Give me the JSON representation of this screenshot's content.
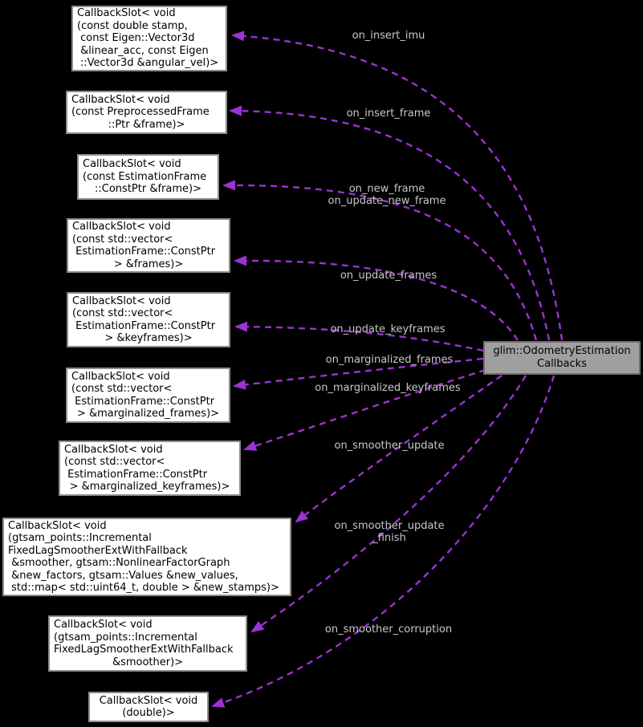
{
  "colors": {
    "background": "#000000",
    "edge": "#9c32d4",
    "edge_label_text": "#c8c8c8",
    "node_fill": "#ffffff",
    "node_border": "#8c8c8c",
    "node_text": "#000000",
    "main_node_fill": "#9f9f9f",
    "main_node_border": "#6e6e6e"
  },
  "main_node": {
    "lines": [
      "glim::OdometryEstimation",
      "Callbacks"
    ]
  },
  "nodes": [
    {
      "id": "imu",
      "lines": [
        "CallbackSlot< void",
        "(const double stamp,",
        " const Eigen::Vector3d",
        " &linear_acc, const Eigen",
        "::Vector3d &angular_vel)>"
      ]
    },
    {
      "id": "insert-frame",
      "lines": [
        "CallbackSlot< void",
        "(const PreprocessedFrame",
        "::Ptr &frame)>"
      ]
    },
    {
      "id": "new-frame",
      "lines": [
        "CallbackSlot< void",
        "(const EstimationFrame",
        "::ConstPtr &frame)>"
      ]
    },
    {
      "id": "frames",
      "lines": [
        "CallbackSlot< void",
        "(const std::vector<",
        " EstimationFrame::ConstPtr",
        "> &frames)>"
      ]
    },
    {
      "id": "keyframes",
      "lines": [
        "CallbackSlot< void",
        "(const std::vector<",
        " EstimationFrame::ConstPtr",
        "> &keyframes)>"
      ]
    },
    {
      "id": "marginalized-frames",
      "lines": [
        "CallbackSlot< void",
        "(const std::vector<",
        " EstimationFrame::ConstPtr",
        "> &marginalized_frames)>"
      ]
    },
    {
      "id": "marginalized-keyframes",
      "lines": [
        "CallbackSlot< void",
        "(const std::vector<",
        " EstimationFrame::ConstPtr",
        "> &marginalized_keyframes)>"
      ]
    },
    {
      "id": "smoother-update",
      "lines": [
        "CallbackSlot< void",
        "(gtsam_points::Incremental",
        "FixedLagSmootherExtWithFallback",
        " &smoother, gtsam::NonlinearFactorGraph",
        " &new_factors, gtsam::Values &new_values,",
        " std::map< std::uint64_t, double > &new_stamps)>"
      ]
    },
    {
      "id": "smoother",
      "lines": [
        "CallbackSlot< void",
        "(gtsam_points::Incremental",
        "FixedLagSmootherExtWithFallback",
        "&smoother)>"
      ]
    },
    {
      "id": "double",
      "lines": [
        "CallbackSlot< void",
        "(double)>"
      ]
    }
  ],
  "edge_labels": [
    "on_insert_imu",
    "on_insert_frame",
    "on_new_frame\non_update_new_frame",
    "on_update_frames",
    "on_update_keyframes",
    "on_marginalized_frames",
    "on_marginalized_keyframes",
    "on_smoother_update",
    "on_smoother_update\n_finish",
    "on_smoother_corruption"
  ]
}
